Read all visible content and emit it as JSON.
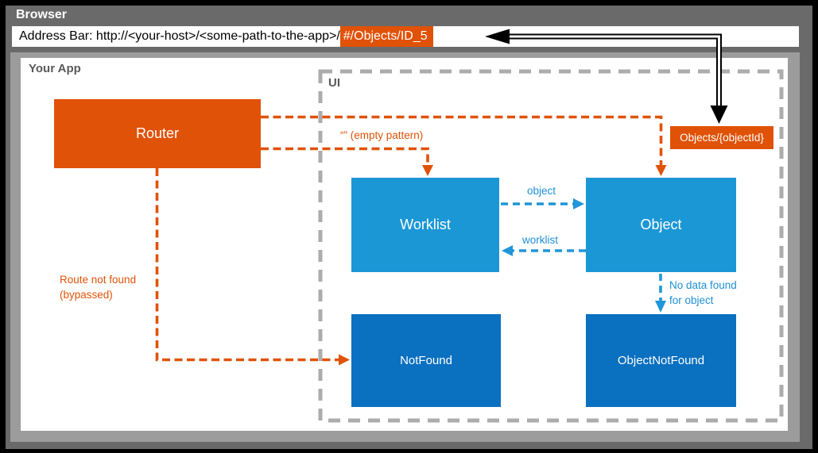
{
  "browser": {
    "title": "Browser",
    "address_prefix": "Address Bar: http://<your-host>/<some-path-to-the-app>/",
    "address_highlight": "#/Objects/ID_5"
  },
  "app": {
    "label": "Your App"
  },
  "ui": {
    "label": "UI"
  },
  "nodes": {
    "router": {
      "label": "Router"
    },
    "worklist": {
      "label": "Worklist"
    },
    "object": {
      "label": "Object"
    },
    "not_found": {
      "label": "NotFound"
    },
    "object_not_found": {
      "label": "ObjectNotFound"
    },
    "route_pattern": {
      "label": "Objects/{objectId}"
    }
  },
  "edges": {
    "empty_pattern": {
      "label": "“” (empty pattern)"
    },
    "worklist_to_object": {
      "label": "object"
    },
    "object_to_worklist": {
      "label": "worklist"
    },
    "object_to_object_not_found": {
      "line1": "No data found",
      "line2": "for object"
    },
    "router_to_not_found": {
      "line1": "Route not found",
      "line2": "(bypassed)"
    }
  },
  "colors": {
    "orange": "#E05207",
    "light_blue": "#1B97D5",
    "dark_blue": "#0A70C0",
    "blue_label": "#1E8FD5",
    "chrome_gray": "#6A6A6A",
    "frame_gray": "#9C9C9C",
    "dashed_gray": "#ACACAC",
    "heading_gray": "#595959"
  }
}
